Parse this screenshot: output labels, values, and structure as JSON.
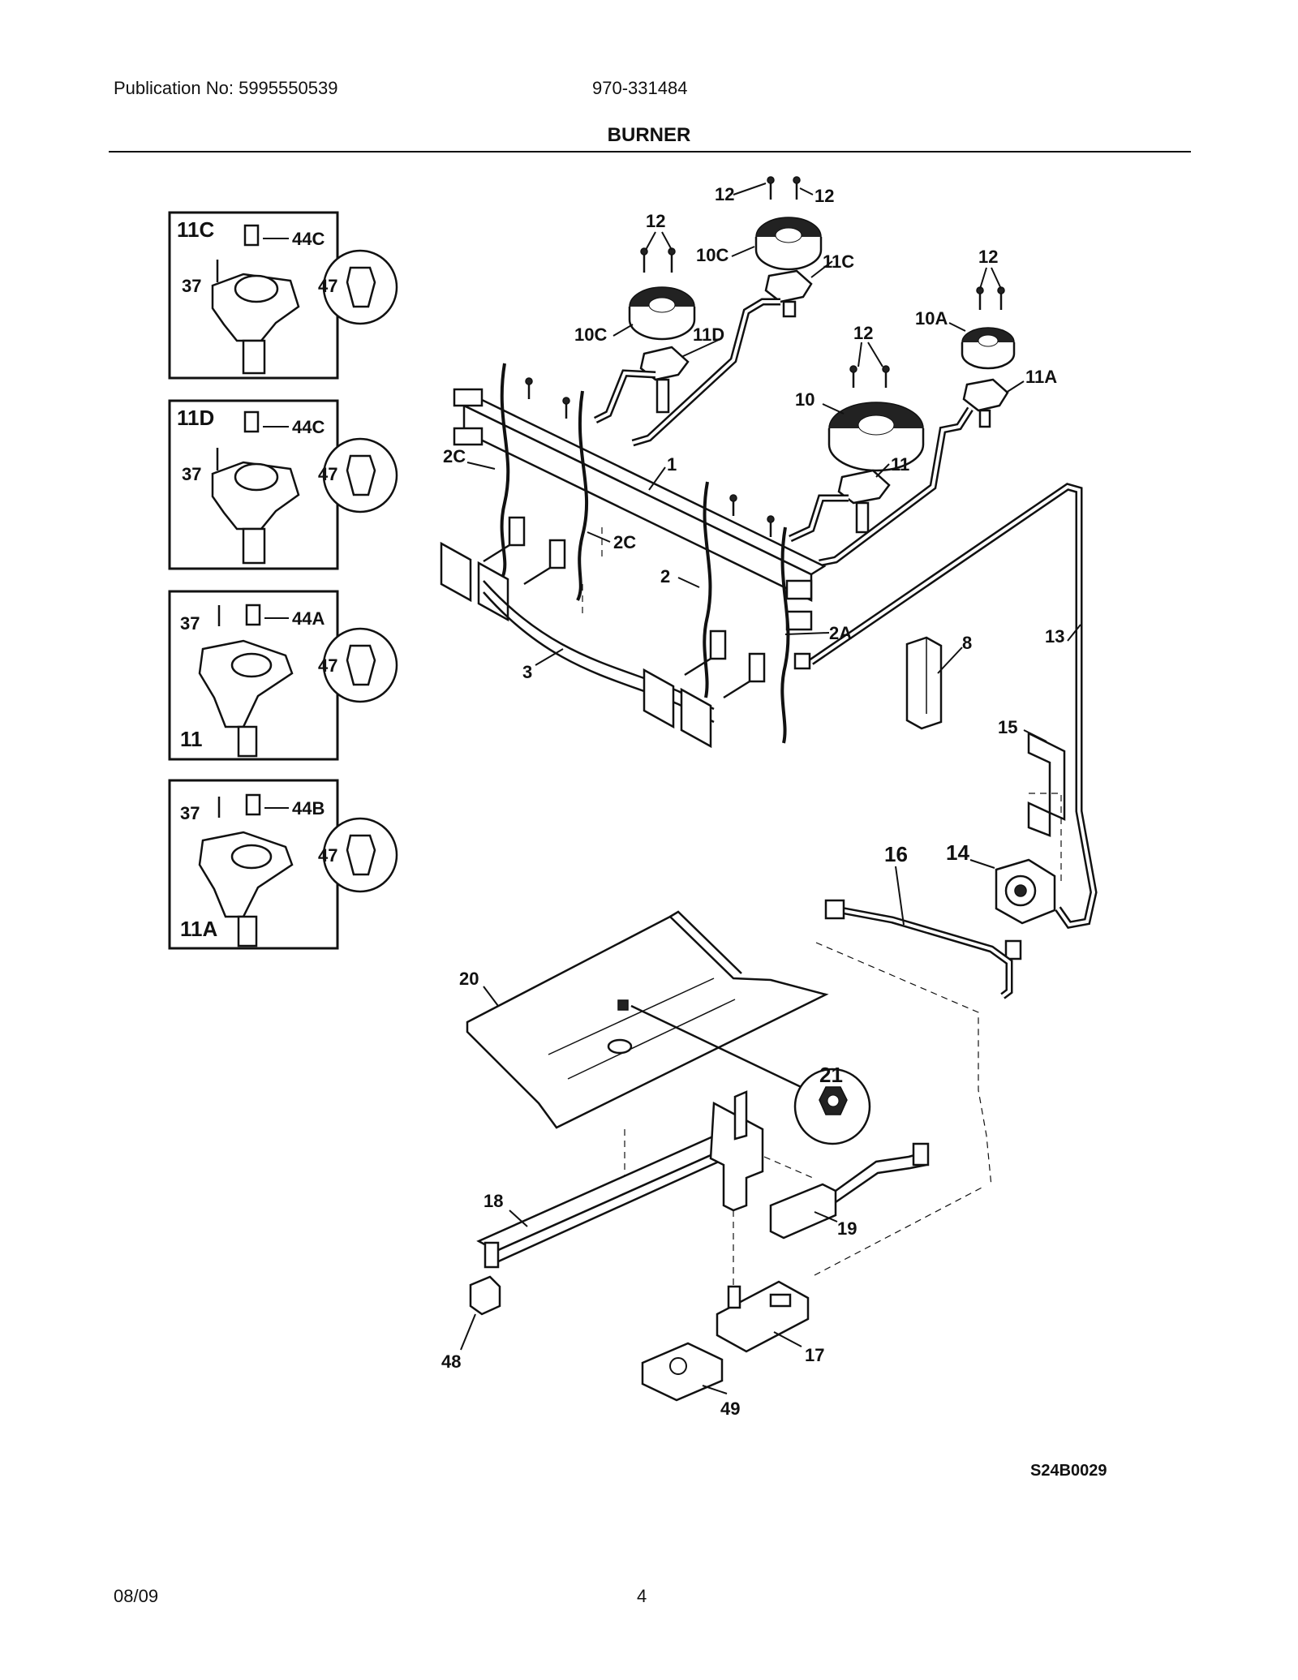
{
  "header": {
    "publication": "Publication No: 5995550539",
    "model": "970-331484",
    "title": "BURNER"
  },
  "inset_boxes": [
    {
      "id": "11C",
      "labels": [
        "11C",
        "44C",
        "37",
        "47"
      ]
    },
    {
      "id": "11D",
      "labels": [
        "11D",
        "44C",
        "37",
        "47"
      ]
    },
    {
      "id": "11",
      "labels": [
        "37",
        "44A",
        "47",
        "11"
      ]
    },
    {
      "id": "11A",
      "labels": [
        "37",
        "44B",
        "47",
        "11A"
      ]
    }
  ],
  "callouts": {
    "c1": "1",
    "c2": "2",
    "c2A": "2A",
    "c2C_top": "2C",
    "c2C_mid": "2C",
    "c3": "3",
    "c8": "8",
    "c10": "10",
    "c10A": "10A",
    "c10C_top": "10C",
    "c10C_left": "10C",
    "c11": "11",
    "c11A": "11A",
    "c11C": "11C",
    "c11D": "11D",
    "c12_a": "12",
    "c12_b": "12",
    "c12_c": "12",
    "c12_d": "12",
    "c12_e": "12",
    "c13": "13",
    "c14": "14",
    "c15": "15",
    "c16": "16",
    "c17": "17",
    "c18": "18",
    "c19": "19",
    "c20": "20",
    "c21": "21",
    "c48": "48",
    "c49": "49"
  },
  "diagram_code": "S24B0029",
  "footer": {
    "date": "08/09",
    "page": "4"
  }
}
